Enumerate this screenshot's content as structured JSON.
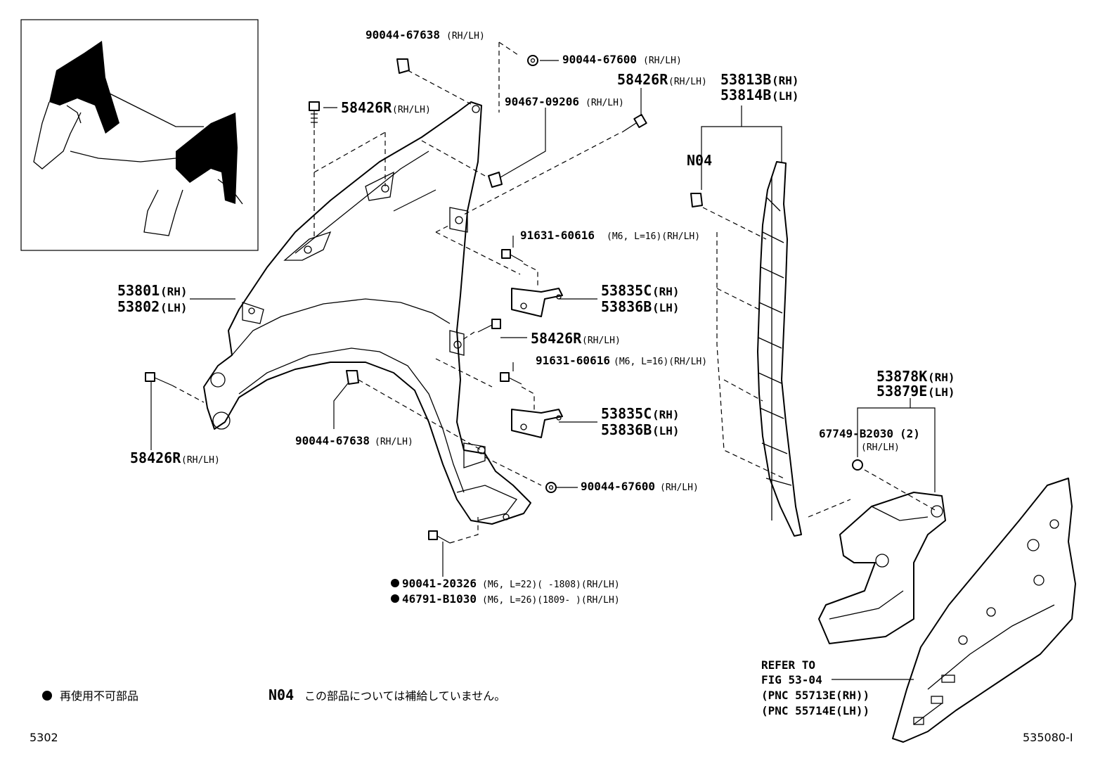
{
  "labels": {
    "clip_top": {
      "pn": "90044-67638",
      "note": "(RH/LH)"
    },
    "nut_top": {
      "pn": "90044-67600",
      "note": "(RH/LH)"
    },
    "bolt_left_top": {
      "pn": "58426R",
      "note": "(RH/LH)"
    },
    "bolt_right_top": {
      "pn": "58426R",
      "note": "(RH/LH)"
    },
    "clip_mid": {
      "pn": "90467-09206",
      "note": "(RH/LH)"
    },
    "fender_rh": {
      "pn": "53801",
      "note": "(RH)"
    },
    "fender_lh": {
      "pn": "53802",
      "note": "(LH)"
    },
    "bolt_bracket_1": {
      "pn": "91631-60616",
      "note": "(M6, L=16)(RH/LH)"
    },
    "bracket1_rh": {
      "pn": "53835C",
      "note": "(RH)"
    },
    "bracket1_lh": {
      "pn": "53836B",
      "note": "(LH)"
    },
    "bolt_center": {
      "pn": "58426R",
      "note": "(RH/LH)"
    },
    "bolt_bracket_2": {
      "pn": "91631-60616",
      "note": "(M6, L=16)(RH/LH)"
    },
    "bracket2_rh": {
      "pn": "53835C",
      "note": "(RH)"
    },
    "bracket2_lh": {
      "pn": "53836B",
      "note": "(LH)"
    },
    "bolt_left_bottom": {
      "pn": "58426R",
      "note": "(RH/LH)"
    },
    "clip_bottom": {
      "pn": "90044-67638",
      "note": "(RH/LH)"
    },
    "nut_bottom": {
      "pn": "90044-67600",
      "note": "(RH/LH)"
    },
    "bolt_bottom_1": {
      "pn": "90041-20326",
      "note": "(M6, L=22)(       -1808)(RH/LH)"
    },
    "bolt_bottom_2": {
      "pn": "46791-B1030",
      "note": "(M6, L=26)(1809-       )(RH/LH)"
    },
    "seal_rh": {
      "pn": "53813B",
      "note": "(RH)"
    },
    "seal_lh": {
      "pn": "53814B",
      "note": "(LH)"
    },
    "n04": "N04",
    "liner_rh": {
      "pn": "53878K",
      "note": "(RH)"
    },
    "liner_lh": {
      "pn": "53879E",
      "note": "(LH)"
    },
    "clip_liner": {
      "pn": "67749-B2030",
      "qty": "(2)",
      "note": "(RH/LH)"
    },
    "refer": {
      "line1": "REFER TO",
      "line2": "FIG 53-04",
      "line3": "(PNC 55713E(RH))",
      "line4": "(PNC 55714E(LH))"
    }
  },
  "legend": {
    "bullet_text": "再使用不可部品",
    "n04_code": "N04",
    "n04_text": "この部品については補給していません。"
  },
  "footer": {
    "left_code": "5302",
    "right_code": "535080-I"
  }
}
